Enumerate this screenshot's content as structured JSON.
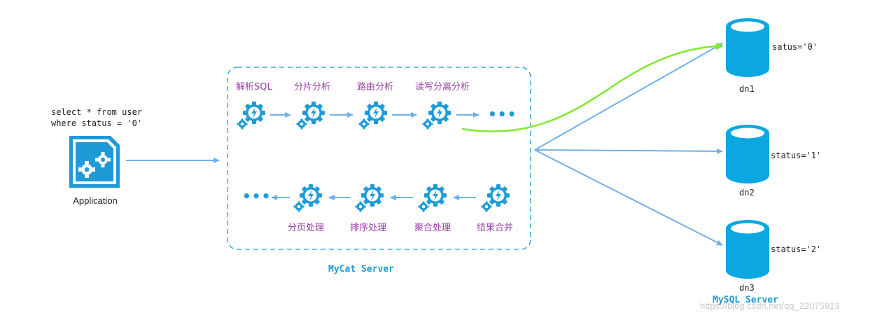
{
  "application": {
    "query_line1": "select * from user",
    "query_line2": "where status = '0'",
    "label": "Application"
  },
  "mycat": {
    "title": "MyCat Server",
    "top_steps": [
      "解析SQL",
      "分片分析",
      "路由分析",
      "读写分离分析"
    ],
    "bottom_steps": [
      "结果合并",
      "聚合处理",
      "排序处理",
      "分页处理"
    ],
    "ellipsis": "•••"
  },
  "mysql": {
    "title": "MySQL Server",
    "nodes": [
      {
        "name": "dn1",
        "status": "satus='0'"
      },
      {
        "name": "dn2",
        "status": "status='1'"
      },
      {
        "name": "dn3",
        "status": "status='2'"
      }
    ]
  },
  "colors": {
    "primary": "#1e9bd7",
    "arrow": "#6fb0ea",
    "route_highlight": "#7ee830",
    "step_text": "#9b3ea6"
  },
  "watermark": "https://blog.csdn.net/qq_22075913"
}
